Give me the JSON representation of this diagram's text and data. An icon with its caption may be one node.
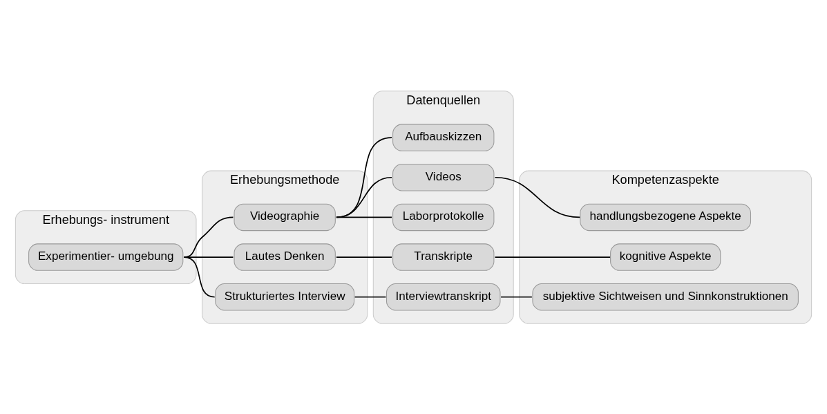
{
  "diagram": {
    "nodes": [
      {
        "text": [
          "Erhebungs- instrument"
        ]
      },
      {
        "text": [
          "Experimentier- umgebung"
        ],
        "in": 0
      },
      {
        "text": [
          "Erhebungsmethode"
        ]
      },
      {
        "text": [
          "Videographie"
        ],
        "in": 2
      },
      {
        "text": [
          "Lautes Denken"
        ],
        "in": 2
      },
      {
        "text": [
          "Strukturiertes Interview"
        ],
        "in": 2
      },
      {
        "text": [
          "Datenquellen"
        ]
      },
      {
        "text": [
          "Aufbauskizzen"
        ],
        "in": 6
      },
      {
        "text": [
          "Videos"
        ],
        "in": 6
      },
      {
        "text": [
          "Laborprotokolle"
        ],
        "in": 6
      },
      {
        "text": [
          "Transkripte"
        ],
        "in": 6
      },
      {
        "text": [
          "Interviewtranskript"
        ],
        "in": 6
      },
      {
        "text": [
          "Kompetenzaspekte"
        ]
      },
      {
        "text": [
          "handlungsbezogene Aspekte"
        ],
        "in": 12
      },
      {
        "text": [
          "kognitive Aspekte"
        ],
        "in": 12
      },
      {
        "text": [
          "subjektive Sichtweisen und Sinnkonstruktionen"
        ],
        "in": 12
      }
    ],
    "edges": [
      {
        "from": 1,
        "to": 3,
        "arrow": "none"
      },
      {
        "from": 1,
        "to": 4,
        "arrow": "none"
      },
      {
        "from": 1,
        "to": 5,
        "arrow": "none"
      },
      {
        "from": 3,
        "to": 7,
        "arrow": "none"
      },
      {
        "from": 3,
        "to": 8,
        "arrow": "none"
      },
      {
        "from": 3,
        "to": 9,
        "arrow": "none"
      },
      {
        "from": 4,
        "to": 10,
        "arrow": "none"
      },
      {
        "from": 5,
        "to": 11,
        "arrow": "none"
      },
      {
        "from": 8,
        "to": 13,
        "arrow": "none"
      },
      {
        "from": 10,
        "to": 14,
        "arrow": "none"
      },
      {
        "from": 11,
        "to": 15,
        "arrow": "none"
      }
    ]
  }
}
